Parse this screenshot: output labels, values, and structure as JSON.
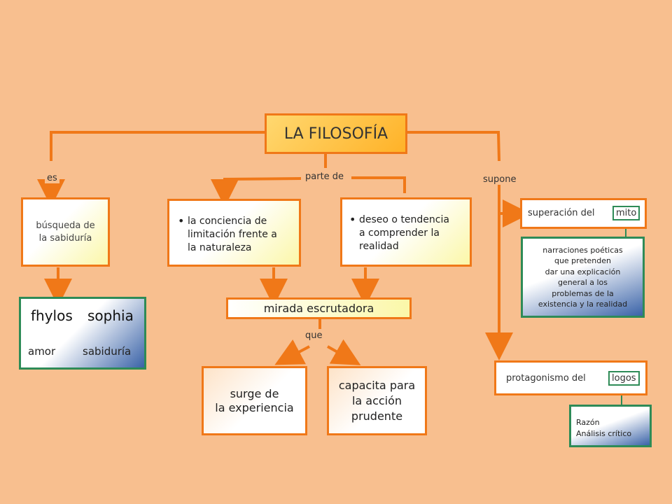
{
  "colors": {
    "background": "#f8bf8f",
    "orange_border": "#f07818",
    "green_border": "#2e8b57",
    "blue_fill": "#3a63a8",
    "yellow_fill": "#fbf7a8"
  },
  "title": "LA FILOSOFÍA",
  "edges": {
    "es": "es",
    "parte_de": "parte de",
    "supone": "supone",
    "que": "que"
  },
  "left": {
    "busqueda": "búsqueda de\nla sabiduría",
    "word1": "fhylos",
    "word2": "sophia",
    "meaning1": "amor",
    "meaning2": "sabiduría"
  },
  "middle": {
    "conciencia": "la conciencia de\nlimitación frente a\nla naturaleza",
    "deseo": "deseo o tendencia\na comprender la\nrealidad",
    "mirada": "mirada escrutadora",
    "surge": "surge de\nla experiencia",
    "capacita": "capacita para\nla acción\nprudente"
  },
  "right": {
    "superacion_prefix": "superación del",
    "mito": "mito",
    "narraciones": "narraciones poéticas\nque pretenden\ndar una explicación\ngeneral a los\nproblemas de la\nexistencia y la realidad",
    "protagonismo_prefix": "protagonismo del",
    "logos": "logos",
    "razon": "Razón\nAnálisis crítico"
  }
}
